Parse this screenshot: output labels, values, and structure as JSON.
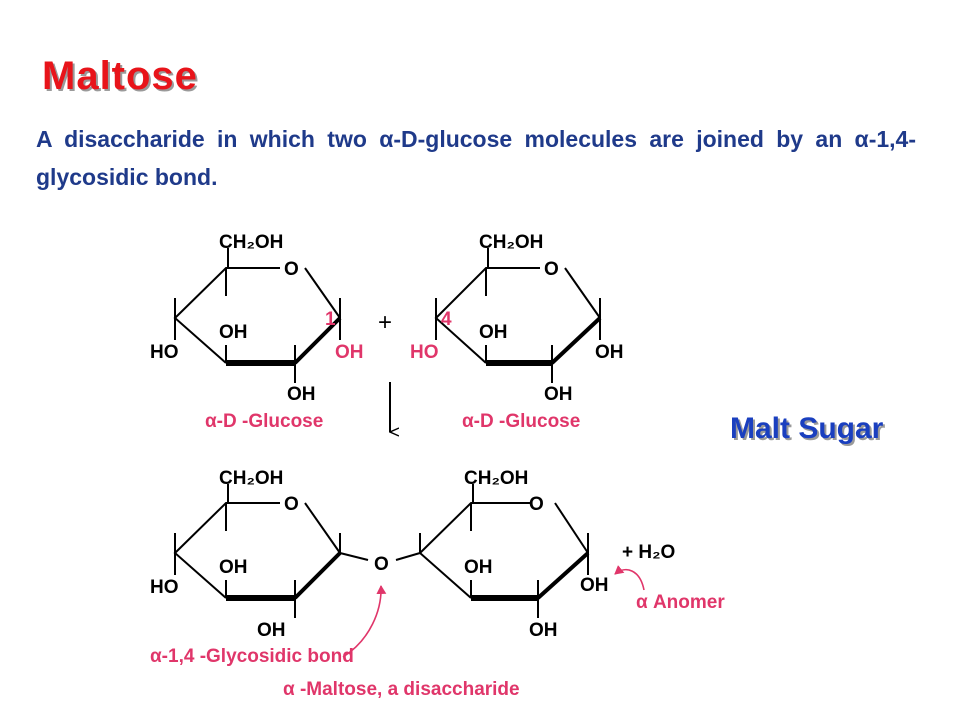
{
  "slide": {
    "title": "Maltose",
    "description": "A disaccharide in which two α-D-glucose molecules are joined by an α-1,4-glycosidic bond.",
    "side_label": "Malt Sugar"
  },
  "colors": {
    "title": "#e8141a",
    "description": "#1f3a8a",
    "side_label": "#1a3fbf",
    "annotation": "#e0366a",
    "bond": "#000000"
  },
  "diagram": {
    "ring_oxygen": "O",
    "hydroxyl": "OH",
    "hydroxyl_left": "HO",
    "ch2oh": "CH₂OH",
    "carbon_1": "1",
    "carbon_4": "4",
    "plus": "+",
    "water": "+ H₂O",
    "glycosidic_o": "O",
    "label_glucose_left": "α-D -Glucose",
    "label_glucose_right": "α-D -Glucose",
    "label_glycosidic_bond": "α-1,4 -Glycosidic bond",
    "label_anomer": "α  Anomer",
    "label_maltose": "α -Maltose, a disaccharide"
  }
}
